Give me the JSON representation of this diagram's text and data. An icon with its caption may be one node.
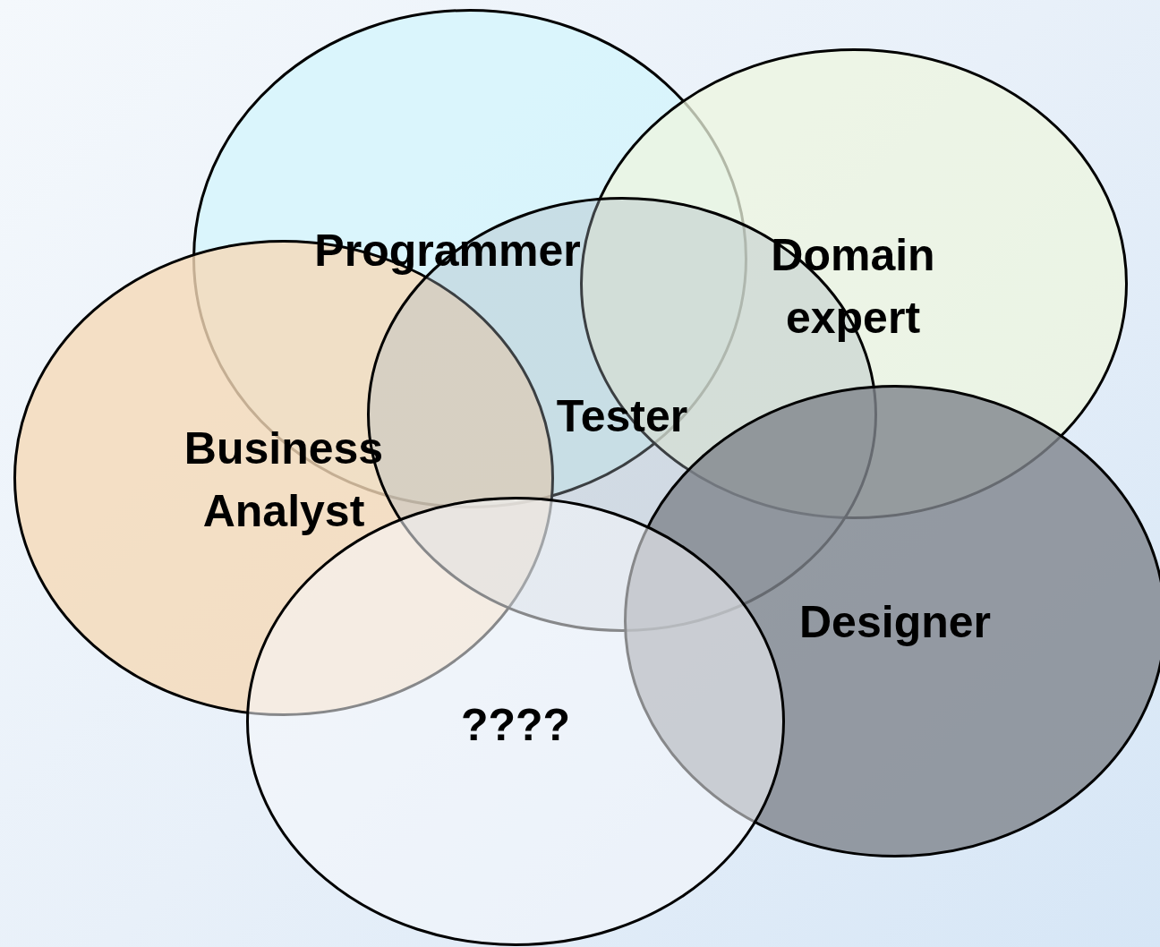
{
  "diagram": {
    "nodes": [
      {
        "text": [
          "Programmer"
        ]
      },
      {
        "text": [
          "Domain expert"
        ]
      },
      {
        "text": [
          "Business Analyst"
        ]
      },
      {
        "text": [
          "Tester"
        ]
      },
      {
        "text": [
          "Designer"
        ]
      },
      {
        "text": [
          "????"
        ]
      }
    ]
  }
}
